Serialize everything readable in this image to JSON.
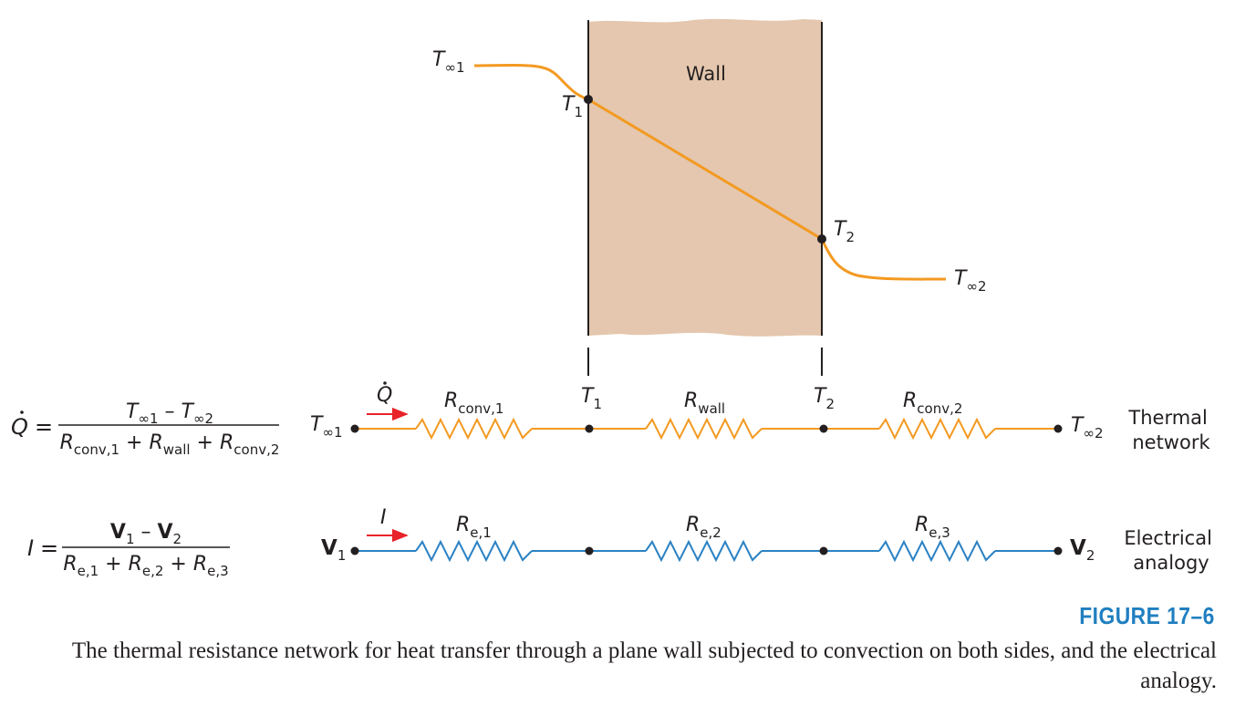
{
  "wall": {
    "label": "Wall",
    "fill_color": "#e4c7ae",
    "temperature_profile_color": "#f39a22"
  },
  "labels": {
    "t_inf1": {
      "base": "T",
      "sub": "∞1"
    },
    "t1": {
      "base": "T",
      "sub": "1"
    },
    "t2": {
      "base": "T",
      "sub": "2"
    },
    "t_inf2": {
      "base": "T",
      "sub": "∞2"
    }
  },
  "thermal_network": {
    "label_line1": "Thermal",
    "label_line2": "network",
    "color": "#f39a22",
    "flow_symbol": "Q",
    "left_node": {
      "base": "T",
      "sub": "∞1"
    },
    "right_node": {
      "base": "T",
      "sub": "∞2"
    },
    "node_t1": {
      "base": "T",
      "sub": "1"
    },
    "node_t2": {
      "base": "T",
      "sub": "2"
    },
    "resistors": [
      {
        "base": "R",
        "sub": "conv,1"
      },
      {
        "base": "R",
        "sub": "wall"
      },
      {
        "base": "R",
        "sub": "conv,2"
      }
    ]
  },
  "electrical_network": {
    "label_line1": "Electrical",
    "label_line2": "analogy",
    "color": "#2b82c4",
    "flow_symbol": "I",
    "left_node": {
      "base": "V",
      "sub": "1"
    },
    "right_node": {
      "base": "V",
      "sub": "2"
    },
    "resistors": [
      {
        "base": "R",
        "sub": "e,1"
      },
      {
        "base": "R",
        "sub": "e,2"
      },
      {
        "base": "R",
        "sub": "e,3"
      }
    ]
  },
  "equations": {
    "heat": {
      "lhs": "Q",
      "equals": "=",
      "num_a": {
        "base": "T",
        "sub": "∞1"
      },
      "minus": " – ",
      "num_b": {
        "base": "T",
        "sub": "∞2"
      },
      "den_a": {
        "base": "R",
        "sub": "conv,1"
      },
      "plus": " + ",
      "den_b": {
        "base": "R",
        "sub": "wall"
      },
      "den_c": {
        "base": "R",
        "sub": "conv,2"
      }
    },
    "current": {
      "lhs": "I",
      "equals": "=",
      "num_a": {
        "base": "V",
        "sub": "1"
      },
      "minus": " – ",
      "num_b": {
        "base": "V",
        "sub": "2"
      },
      "den_a": {
        "base": "R",
        "sub": "e,1"
      },
      "plus": " + ",
      "den_b": {
        "base": "R",
        "sub": "e,2"
      },
      "den_c": {
        "base": "R",
        "sub": "e,3"
      }
    }
  },
  "arrow_color": "#e8232a",
  "caption": {
    "title": "FIGURE 17–6",
    "text": "The thermal resistance network for heat transfer through a plane wall subjected to convection on both sides, and the electrical analogy.",
    "color": "#1f7fc0"
  }
}
